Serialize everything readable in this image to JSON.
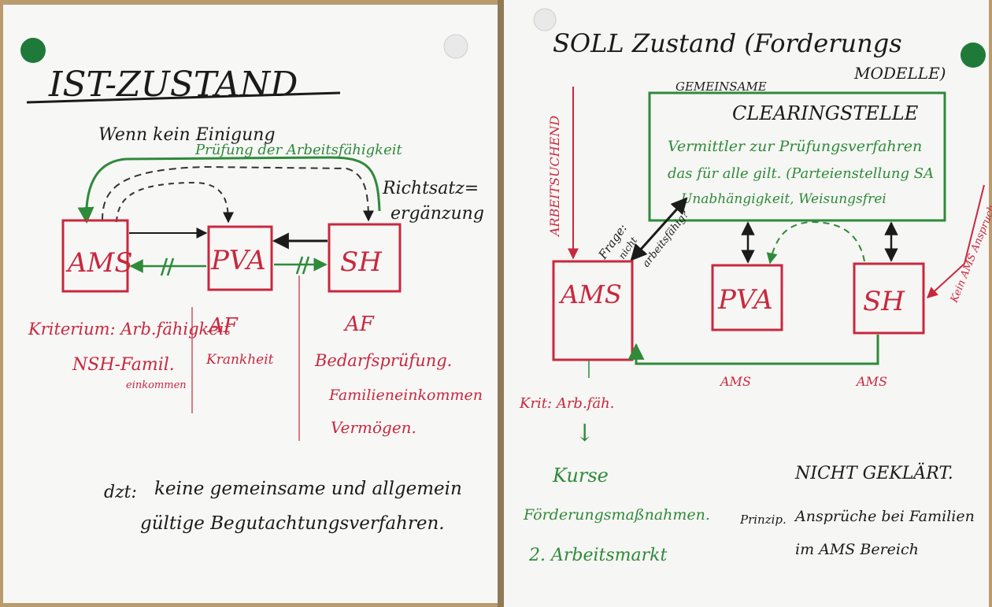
{
  "colors": {
    "ink_black": "#1b1b1b",
    "ink_red": "#c8283e",
    "ink_green": "#2f8a3a",
    "paper": "#f7f7f6",
    "board": "#b99b6e",
    "pin_green": "#1f7a3a",
    "pin_white": "#e9e9e9"
  },
  "left_sheet": {
    "title": "IST-ZUSTAND",
    "note_top": "Wenn kein Einigung",
    "arc_label": "Prüfung der Arbeitsfähigkeit",
    "richtsatz": [
      "Richtsatz=",
      "ergänzung"
    ],
    "boxes": {
      "ams": "AMS",
      "pva": "PVA",
      "sh": "SH"
    },
    "kriterium": {
      "line1": "Kriterium: Arb.fähigkeit",
      "line2": "NSH-Famil.",
      "line3": "einkommen"
    },
    "pva_col": {
      "line1": "AF",
      "line2": "Krankheit"
    },
    "sh_col": {
      "line1": "AF",
      "line2": "Bedarfsprüfung.",
      "line3": "Familieneinkommen",
      "line4": "Vermögen."
    },
    "conclusion": {
      "prefix": "dzt:",
      "line1": "keine gemeinsame und allgemein",
      "line2": "gültige Begutachtungsverfahren."
    }
  },
  "right_sheet": {
    "title_line1": "SOLL Zustand (Forderungs",
    "title_line2": "MODELLE)",
    "gemeinsame": "GEMEINSAME",
    "clearing": {
      "title": "CLEARINGSTELLE",
      "line1": "Vermittler zur Prüfungsverfahren",
      "line2": "das für alle gilt. (Parteienstellung SA",
      "line3": "Unabhängigkeit, Weisungsfrei"
    },
    "arbeitsuchend": "ARBEITSUCHEND",
    "frage": [
      "Frage:",
      "nicht",
      "arbeitsfähig?"
    ],
    "boxes": {
      "ams": "AMS",
      "pva": "PVA",
      "sh": "SH"
    },
    "kein_ams": "Kein AMS Anspruch",
    "small_red_1": "AMS",
    "small_red_2": "AMS",
    "krit": "Krit: Arb.fäh.",
    "down_arrow": "↓",
    "kurse": "Kurse",
    "foerder": "Förderungsmaßnahmen.",
    "arbeitsmarkt": "2. Arbeitsmarkt",
    "nicht_geklaert": "NICHT GEKLÄRT.",
    "prinzip_label": "Prinzip.",
    "ansprueche_line1": "Ansprüche bei Familien",
    "ansprueche_line2": "im AMS Bereich"
  }
}
